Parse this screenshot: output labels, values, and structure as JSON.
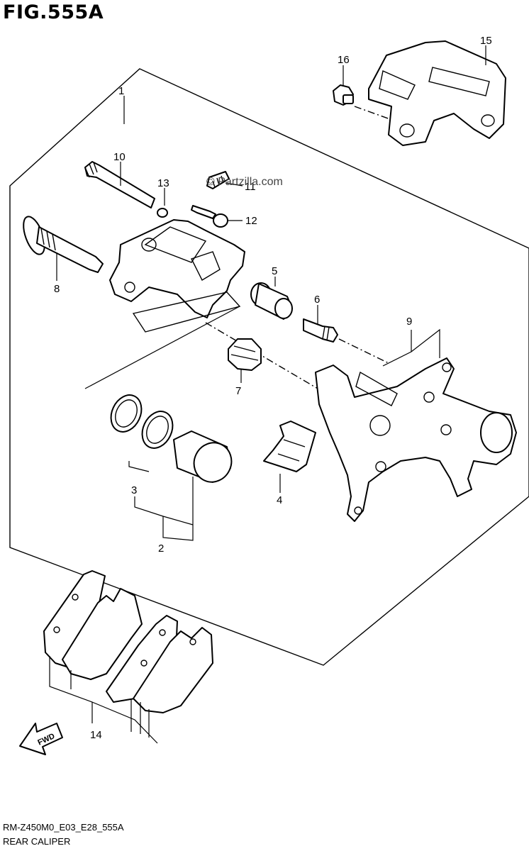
{
  "figure": {
    "title": "FIG.555A"
  },
  "watermark": "© Partzilla.com",
  "callouts": {
    "c1": "1",
    "c2": "2",
    "c3": "3",
    "c4": "4",
    "c5": "5",
    "c6": "6",
    "c7": "7",
    "c8": "8",
    "c9": "9",
    "c10": "10",
    "c11": "11",
    "c12": "12",
    "c13": "13",
    "c14": "14",
    "c15": "15",
    "c16": "16"
  },
  "fwd_label": "FWD",
  "footer": {
    "code": "RM-Z450M0_E03_E28_555A",
    "name": "REAR CALIPER"
  }
}
